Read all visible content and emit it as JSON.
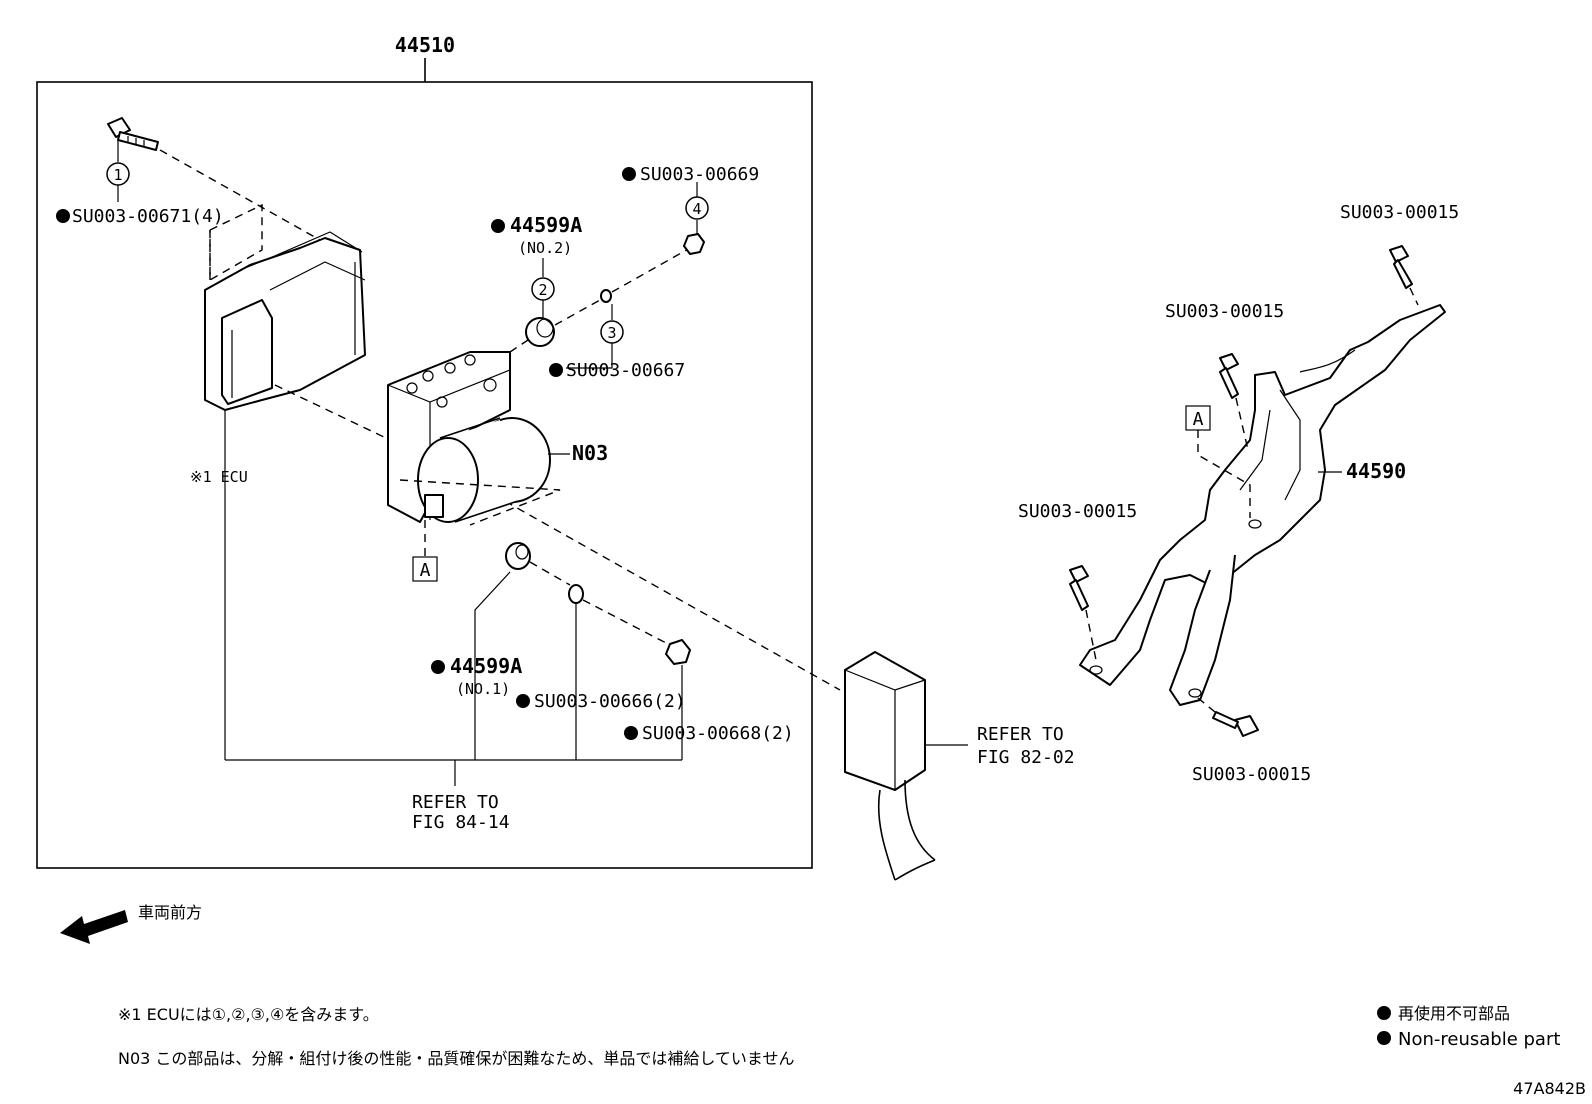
{
  "labels": {
    "assembly": "44510",
    "bolt_4": "SU003-00671(4)",
    "nut_top": "SU003-00669",
    "cushion_no2": "44599A",
    "cushion_no2_sub": "(NO.2)",
    "washer_top": "SU003-00667",
    "actuator": "N03",
    "ecu": "※1 ECU",
    "box_a": "A",
    "cushion_no1": "44599A",
    "cushion_no1_sub": "(NO.1)",
    "washer_bottom": "SU003-00666(2)",
    "nut_bottom": "SU003-00668(2)",
    "refer_left_1": "REFER TO",
    "refer_left_2": "FIG 84-14",
    "refer_right_1": "REFER TO",
    "refer_right_2": "FIG 82-02",
    "bracket": "44590",
    "bolt_br_1": "SU003-00015",
    "bolt_br_2": "SU003-00015",
    "bolt_br_3": "SU003-00015",
    "bolt_br_4": "SU003-00015",
    "box_a_right": "A"
  },
  "callouts": [
    "1",
    "2",
    "3",
    "4"
  ],
  "front_label": "車両前方",
  "notes": {
    "note1": "※1 ECUには①,②,③,④を含みます。",
    "note2": "N03  この部品は、分解・組付け後の性能・品質確保が困難なため、単品では補給していません"
  },
  "legend": {
    "ja": "再使用不可部品",
    "en": "Non-reusable part"
  },
  "figure_id": "47A842B"
}
